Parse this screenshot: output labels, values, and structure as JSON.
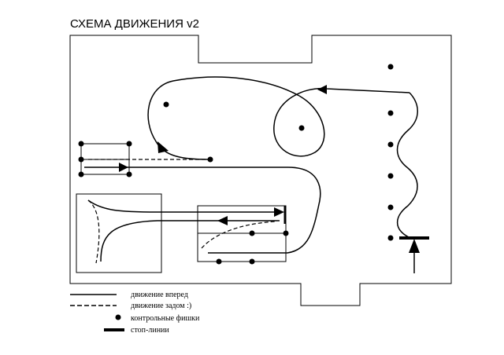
{
  "title": "СХЕМА ДВИЖЕНИЯ v2",
  "legend": {
    "forward": "движение вперед",
    "reverse": "движение задом :)",
    "cones": "контрольные фишки",
    "stop_lines": "стоп-линии"
  },
  "colors": {
    "stroke": "#000000",
    "background": "#ffffff"
  },
  "icons": {
    "arrow": "filled-triangle-arrow",
    "cone": "filled-circle-dot",
    "stop_line": "thick-bar"
  }
}
